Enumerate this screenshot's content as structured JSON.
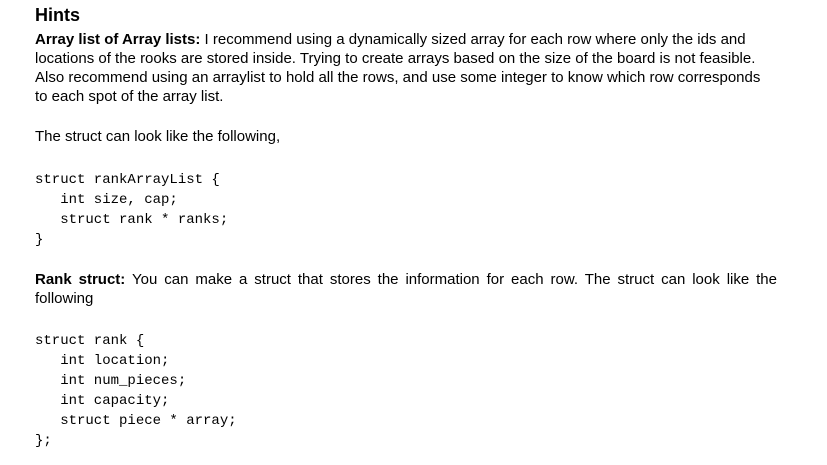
{
  "doc": {
    "heading": "Hints",
    "para_array_list": {
      "lead": "Array list of Array lists:",
      "body": "I recommend using a dynamically sized array for each row where only the ids and locations of the rooks are stored inside. Trying to create arrays based on the size of the board is not feasible. Also recommend using an arraylist to hold all the rows, and use some integer to know which row corresponds to each spot of the array list."
    },
    "para_struct_intro": "The struct can look like the following,",
    "code_rank_array_list": "struct rankArrayList {\n   int size, cap;\n   struct rank * ranks;\n}",
    "para_rank_struct": {
      "lead": "Rank struct:",
      "body": "You can make a struct that stores the information for each row. The struct can look like the following"
    },
    "code_rank_struct": "struct rank {\n   int location;\n   int num_pieces;\n   int capacity;\n   struct piece * array;\n};"
  }
}
